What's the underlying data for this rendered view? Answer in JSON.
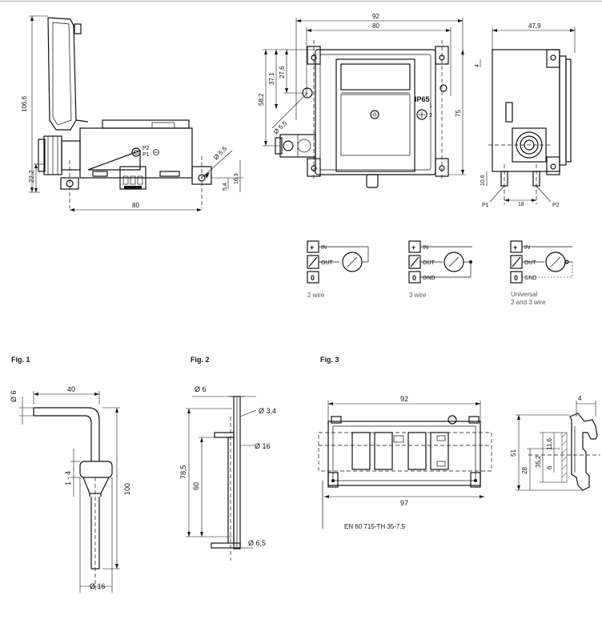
{
  "top_side_view": {
    "dim_height": "106,6",
    "dim_22": "22,2",
    "dim_80": "80",
    "dim_55": "Ø 5,5",
    "dim_163": "16,3",
    "dim_54": "5,4",
    "port_labels": [
      "P2",
      "P1"
    ]
  },
  "front_view": {
    "dim_92": "92",
    "dim_80": "80",
    "dim_582": "58,2",
    "dim_371": "37,1",
    "dim_276": "27,6",
    "dim_75": "75",
    "dim_55": "Ø 5,5",
    "ip_label": "IP65"
  },
  "right_side_view": {
    "dim_479": "47,9",
    "dim_4": "4",
    "dim_106": "10,6",
    "dim_18": "18",
    "p1": "P1",
    "p2": "P2"
  },
  "wiring": [
    {
      "caption": "2 wire",
      "in": "IN",
      "out": "OUT",
      "gnd": ""
    },
    {
      "caption": "3 wire",
      "in": "IN",
      "out": "OUT",
      "gnd": "GND"
    },
    {
      "caption": "Universal",
      "caption2": "2 and 3 wire",
      "in": "IN",
      "out": "OUT",
      "gnd": "GND"
    }
  ],
  "terminal_symbols": {
    "plus": "+",
    "zero": "0"
  },
  "fig1": {
    "title": "Fig. 1",
    "dim_6": "Ø 6",
    "dim_40": "40",
    "dim_14": "1 - 4",
    "dim_100": "100",
    "dim_16": "Ø 16"
  },
  "fig2": {
    "title": "Fig. 2",
    "dim_6": "Ø 6",
    "dim_34": "Ø 3,4",
    "dim_16": "Ø 16",
    "dim_785": "78,5",
    "dim_60": "60",
    "dim_65": "Ø 6,5"
  },
  "fig3": {
    "title": "Fig. 3",
    "dim_92": "92",
    "dim_97": "97",
    "standard": "EN 60 715-TH 35-7.5",
    "dim_4": "4",
    "dim_51": "51",
    "dim_28": "28",
    "dim_352": "35,2",
    "dim_6": "6",
    "dim_116": "11,6"
  }
}
